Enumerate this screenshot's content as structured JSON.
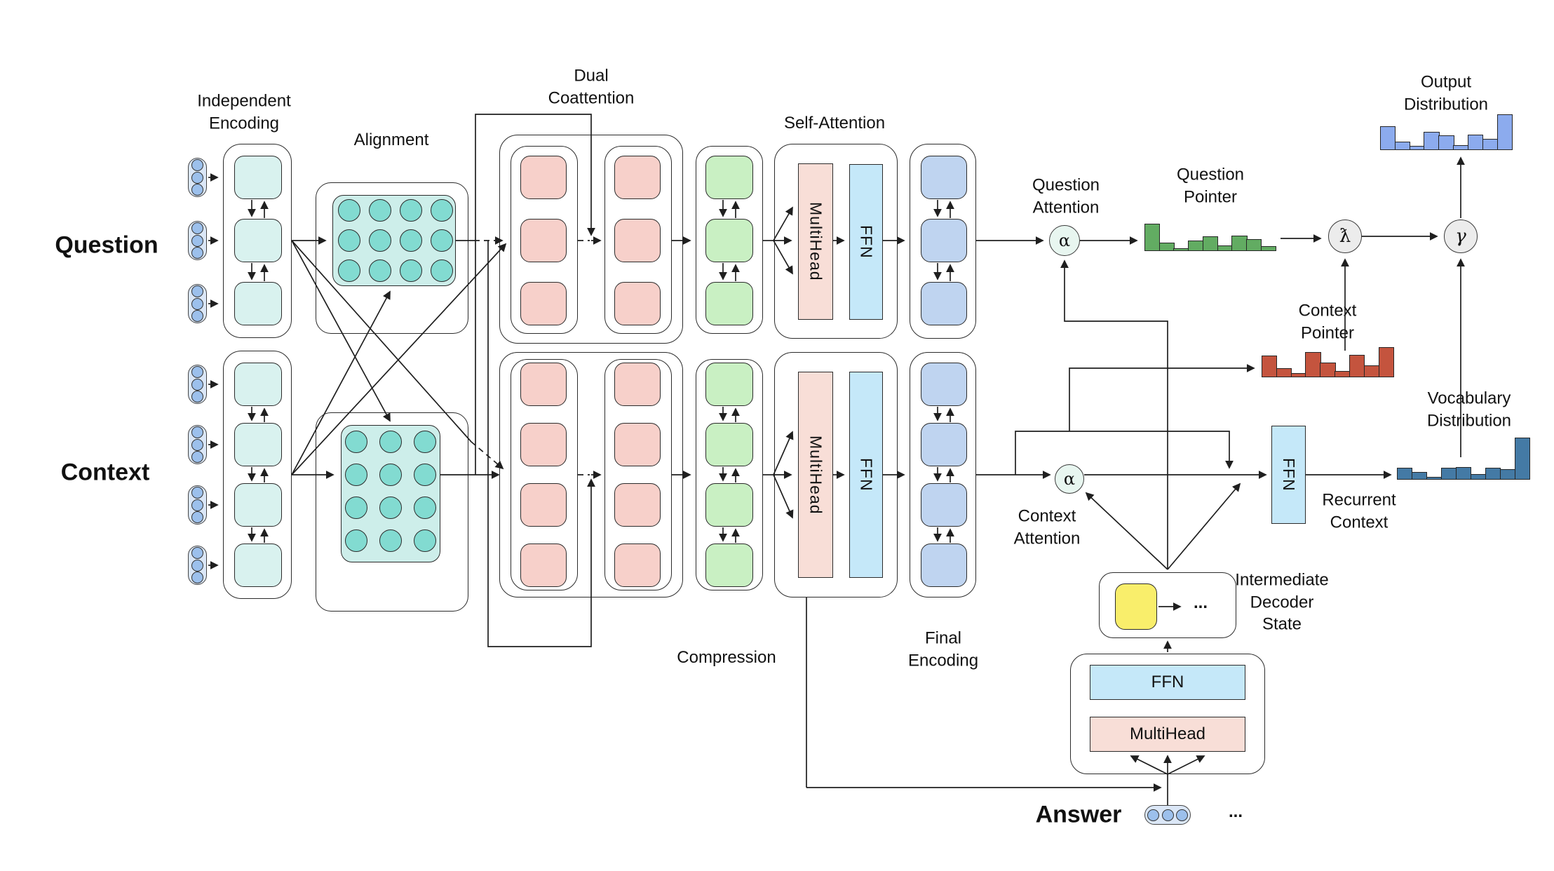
{
  "labels": {
    "question": "Question",
    "context": "Context",
    "answer": "Answer",
    "independent_encoding": "Independent\nEncoding",
    "alignment": "Alignment",
    "dual_coattention": "Dual\nCoattention",
    "self_attention": "Self-Attention",
    "compression": "Compression",
    "final_encoding": "Final\nEncoding",
    "question_attention": "Question\nAttention",
    "context_attention": "Context\nAttention",
    "question_pointer": "Question\nPointer",
    "context_pointer": "Context\nPointer",
    "output_distribution": "Output Distribution",
    "vocabulary_distribution": "Vocabulary\nDistribution",
    "recurrent_context": "Recurrent\nContext",
    "intermediate_decoder_state": "Intermediate\nDecoder\nState",
    "ellipsis_decoder": "...",
    "ellipsis_answer": "..."
  },
  "nodes": {
    "multihead": "MultiHead",
    "ffn": "FFN",
    "decoder_multihead": "MultiHead",
    "decoder_ffn": "FFN",
    "alpha": "α",
    "lambda": "ƛ",
    "gamma": "γ"
  },
  "colors": {
    "token_blue": "#9cc0ec",
    "encoder_teal": "#d9f2ef",
    "alignment_teal": "#82dbd1",
    "coattention_pink": "#f7d0ca",
    "compression_green": "#c9f0c3",
    "encoding_blue": "#bfd4f0",
    "multihead_pink": "#f8ded7",
    "ffn_blue": "#c5e8f9",
    "decoder_yellow": "#f9ee6b",
    "attention_mint": "#e8f6f0",
    "gray_node": "#ececec",
    "pointer_green": "#62ac62",
    "pointer_red": "#c4543e",
    "output_blue": "#8cabee",
    "vocab_blue": "#447aa5"
  },
  "chart_data": [
    {
      "type": "bar",
      "title": "Question Pointer",
      "values": [
        1.0,
        0.31,
        0.11,
        0.38,
        0.53,
        0.21,
        0.56,
        0.43,
        0.18
      ],
      "color": "#62ac62",
      "ylim": [
        0,
        1
      ],
      "grid": false
    },
    {
      "type": "bar",
      "title": "Context Pointer",
      "values": [
        0.72,
        0.31,
        0.14,
        0.83,
        0.49,
        0.21,
        0.74,
        0.4,
        1.0
      ],
      "color": "#c4543e",
      "ylim": [
        0,
        1
      ],
      "grid": false
    },
    {
      "type": "bar",
      "title": "Output Distribution",
      "values": [
        0.67,
        0.24,
        0.12,
        0.51,
        0.42,
        0.14,
        0.43,
        0.31,
        1.0
      ],
      "color": "#8cabee",
      "ylim": [
        0,
        1
      ],
      "grid": false
    },
    {
      "type": "bar",
      "title": "Vocabulary Distribution",
      "values": [
        0.28,
        0.18,
        0.07,
        0.28,
        0.3,
        0.13,
        0.28,
        0.25,
        1.0
      ],
      "color": "#447aa5",
      "ylim": [
        0,
        1
      ],
      "grid": false
    }
  ]
}
